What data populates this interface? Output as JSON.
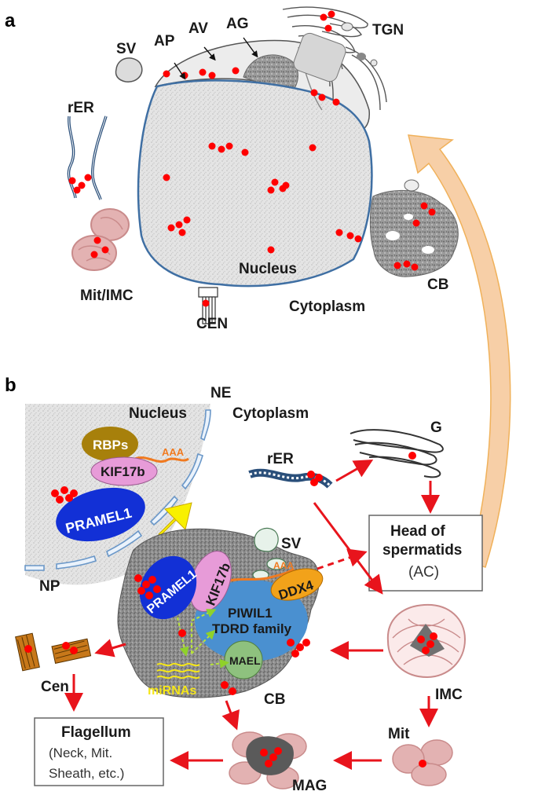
{
  "colors": {
    "dot": "#ff0000",
    "arrow": "#e8141c",
    "nucleus_texture": "#e3e3e3",
    "nucleus_border": "#3f6fa3",
    "cb_texture": "#8a8a8a",
    "mito": "#c98b8b",
    "pramel1": "#1230d6",
    "kif17b": "#e79bd8",
    "rbps": "#a7800b",
    "ddx4": "#f2a21a",
    "piwil1": "#4a90d0",
    "mael": "#8ec17e",
    "mirna": "#f5e61a",
    "big_arrow": "#f4c69a"
  },
  "panel_a": {
    "letter": "a",
    "labels": {
      "sv": "SV",
      "ap": "AP",
      "av": "AV",
      "ag": "AG",
      "tgn": "TGN",
      "rer": "rER",
      "mit_imc": "Mit/IMC",
      "nucleus": "Nucleus",
      "cb": "CB",
      "cen": "CEN",
      "cytoplasm": "Cytoplasm"
    }
  },
  "panel_b": {
    "letter": "b",
    "labels": {
      "nucleus": "Nucleus",
      "ne": "NE",
      "cytoplasm": "Cytoplasm",
      "np": "NP",
      "rbps": "RBPs",
      "aaa": "AAA",
      "kif17b": "KIF17b",
      "pramel1": "PRAMEL1",
      "rer": "rER",
      "g": "G",
      "sv": "SV",
      "head_line1": "Head of",
      "head_line2": "spermatids",
      "head_line3": "(AC)",
      "cb_pramel1": "PRAMEL1",
      "cb_kif17b": "KIF17b",
      "cb_aaa": "AAA",
      "ddx4": "DDX4",
      "piwil1": "PIWIL1",
      "tdrd": "TDRD family",
      "mael": "MAEL",
      "mirnas": "miRNAs",
      "cb": "CB",
      "imc": "IMC",
      "cen": "Cen",
      "mit": "Mit",
      "mag": "MAG",
      "flag_line1": "Flagellum",
      "flag_line2": "(Neck, Mit.",
      "flag_line3": "Sheath, etc.)"
    }
  }
}
